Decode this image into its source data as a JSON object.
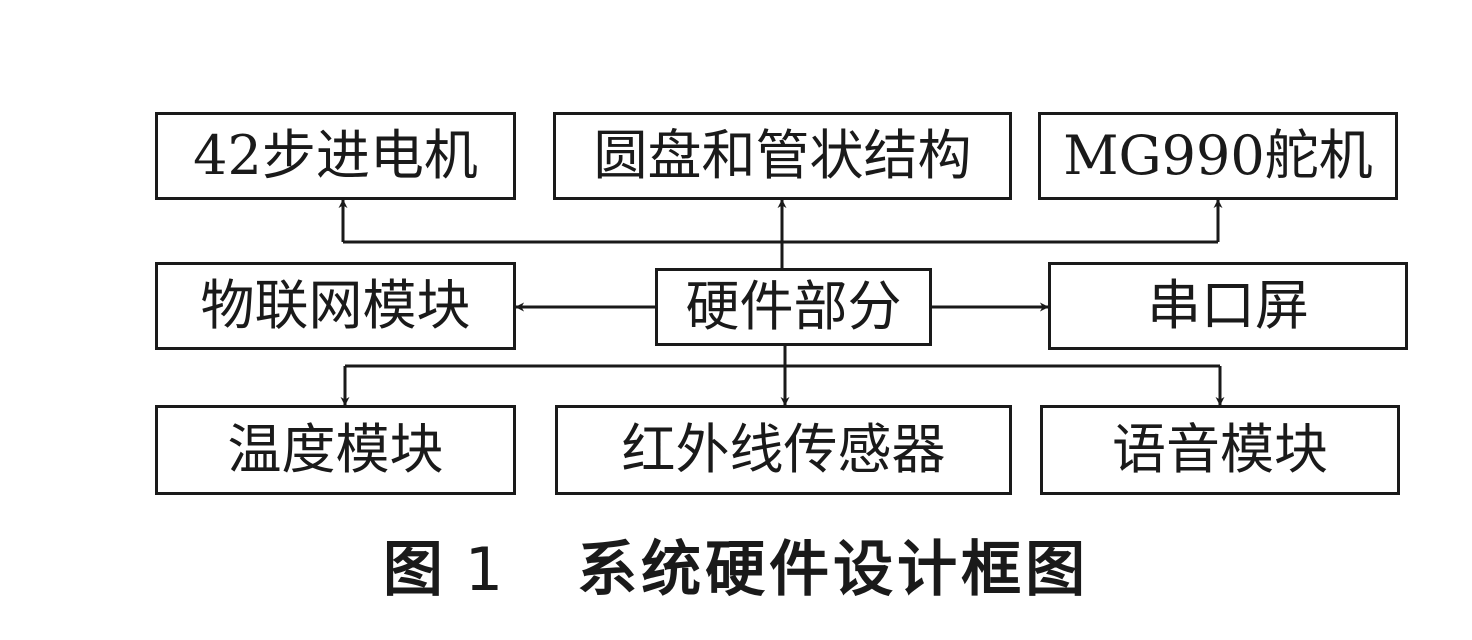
{
  "diagram": {
    "center": "硬件部分",
    "top": [
      "42步进电机",
      "圆盘和管状结构",
      "MG990舵机"
    ],
    "left": "物联网模块",
    "right": "串口屏",
    "bottom": [
      "温度模块",
      "红外线传感器",
      "语音模块"
    ]
  },
  "caption": {
    "prefix": "图",
    "number": "1",
    "title": "系统硬件设计框图"
  }
}
